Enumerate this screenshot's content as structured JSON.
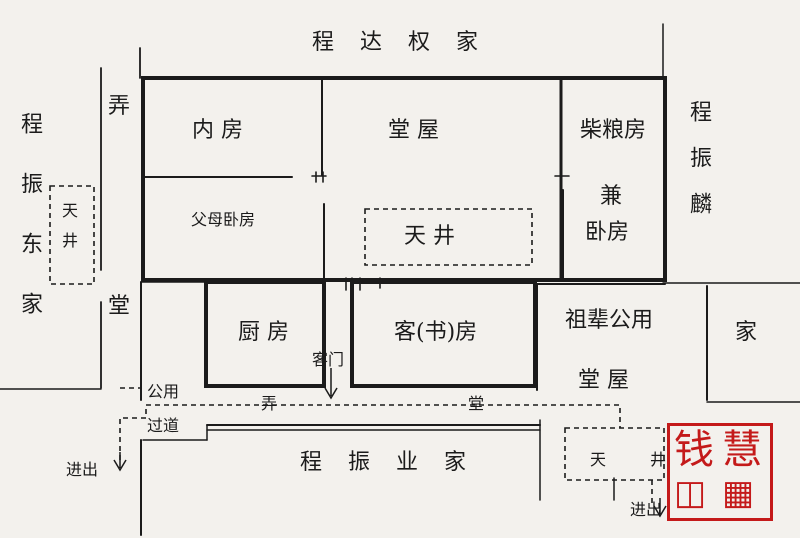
{
  "neighbors": {
    "top": "程达权家",
    "right": "程振麟",
    "right_house": "家",
    "left": "程振东家",
    "bottom": "程振业家"
  },
  "rooms": {
    "inner_room": "内 房",
    "main_hall": "堂 屋",
    "firewood_room_line1": "柴粮房",
    "firewood_room_line2": "兼",
    "firewood_room_line3": "卧房",
    "parents_bedroom": "父母卧房",
    "courtyard": "天 井",
    "kitchen": "厨 房",
    "guest_room": "客(书)房",
    "ancestral_hall_line1": "祖辈公用",
    "ancestral_hall_line2": "堂 屋"
  },
  "passages": {
    "lane_left": "弄",
    "lane_left_2": "堂",
    "lane_bottom_1": "弄",
    "lane_bottom_2": "堂",
    "public_lane": "公用",
    "passageway": "过道",
    "guest_door": "客门",
    "exit_left": "进出",
    "exit_right": "进出",
    "small_courtyard_left": "天井",
    "small_courtyard_right_1": "天",
    "small_courtyard_right_2": "井"
  },
  "seal": {
    "text": "钱慧"
  }
}
